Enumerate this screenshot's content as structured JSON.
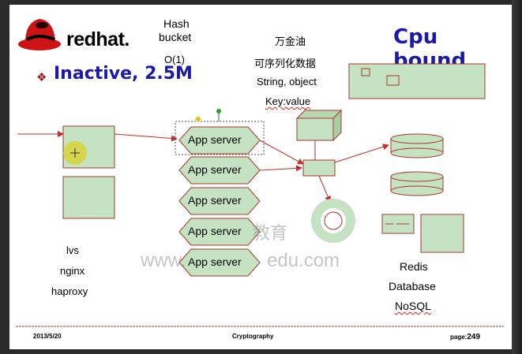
{
  "header": {
    "logo_text": "redhat.",
    "title": "Cpu bound",
    "subtitle": "Inactive, 2.5M"
  },
  "notes": {
    "hash_line1": "Hash",
    "hash_line2": "bucket",
    "o1": "O(1)",
    "line_wanjin": "万金油",
    "line_serial": "可序列化数据",
    "line_types": "String, object",
    "line_keyvalue": "Key:value"
  },
  "app_servers": [
    "App server",
    "App server",
    "App server",
    "App server",
    "App server"
  ],
  "left_labels": [
    "lvs",
    "nginx",
    "haproxy"
  ],
  "right_labels": [
    "Redis",
    "Database",
    "NoSQL"
  ],
  "watermark": {
    "text1": "教育",
    "text2": "www.",
    "text3": "edu.com"
  },
  "footer": {
    "date": "2013/5/20",
    "center": "Cryptography",
    "page_prefix": "page:",
    "page_number": "249"
  },
  "colors": {
    "box_fill": "#c5e3c2",
    "box_stroke": "#a33a2b",
    "arrow": "#c0302a",
    "title": "#1a1aa6",
    "logo_red": "#cc1414",
    "cursor_highlight": "#d7d23a"
  }
}
